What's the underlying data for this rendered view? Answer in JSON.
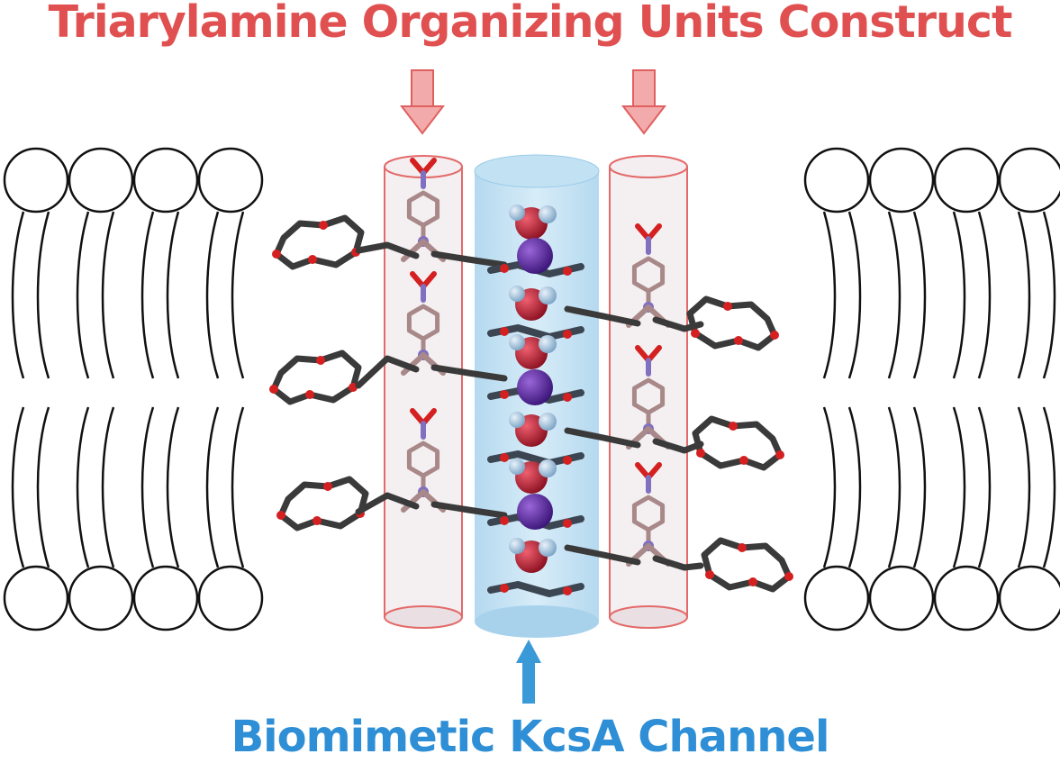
{
  "title": "Triarylamine Organizing Units Construct",
  "subtitle": "Biomimetic KcsA Channel",
  "colors": {
    "title": "#e05050",
    "subtitle": "#2e8fd6",
    "pink_arrow": "#f0a0a0",
    "blue_arrow": "#3a9ad8",
    "red_cylinder_stroke": "#e46a6a",
    "blue_cylinder": "#b8dcef",
    "bond_dark": "#3a3a3a",
    "oxygen": "#d42020",
    "nitrogen": "#8070c0",
    "aryl": "#a88888",
    "potassium": "#5a2a9a",
    "water_oxygen": "#c8303a",
    "water_hydrogen": "#a8c8e0",
    "membrane": "#111111"
  },
  "icons": [
    "lipid-bilayer-left",
    "lipid-bilayer-right",
    "triarylamine-stack",
    "crown-ether-ring",
    "potassium-ion",
    "water-molecule"
  ]
}
